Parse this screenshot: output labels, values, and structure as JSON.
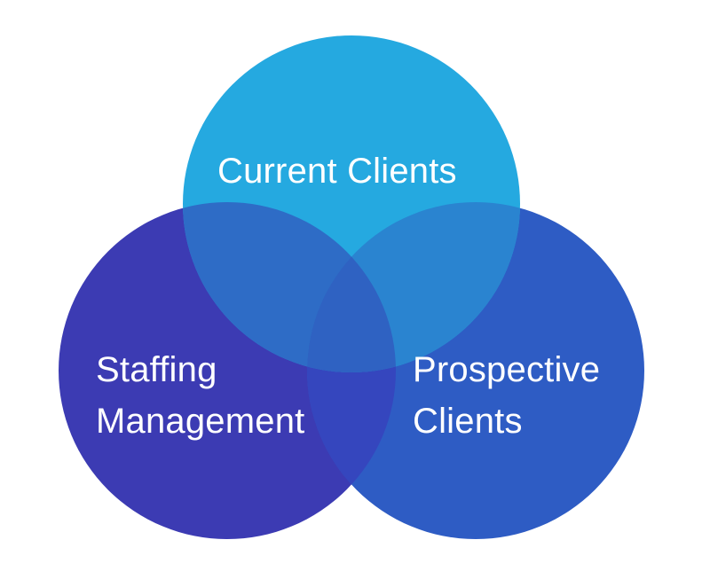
{
  "venn": {
    "circles": [
      {
        "id": "staffing-management",
        "lines": [
          "Staffing",
          "Management"
        ],
        "color": "#3C3BB3"
      },
      {
        "id": "prospective-clients",
        "lines": [
          "Prospective",
          "Clients"
        ],
        "color": "#2E5CC4"
      },
      {
        "id": "current-clients",
        "lines": [
          "Current Clients"
        ],
        "color": "#25A9E0"
      }
    ],
    "overlap_colors": {
      "current_staffing": "#2E6CC6",
      "current_prospective": "#2A84D0",
      "staffing_prospective": "#3546BE",
      "center": "#2F62C2"
    },
    "background": "#FFFFFF"
  }
}
